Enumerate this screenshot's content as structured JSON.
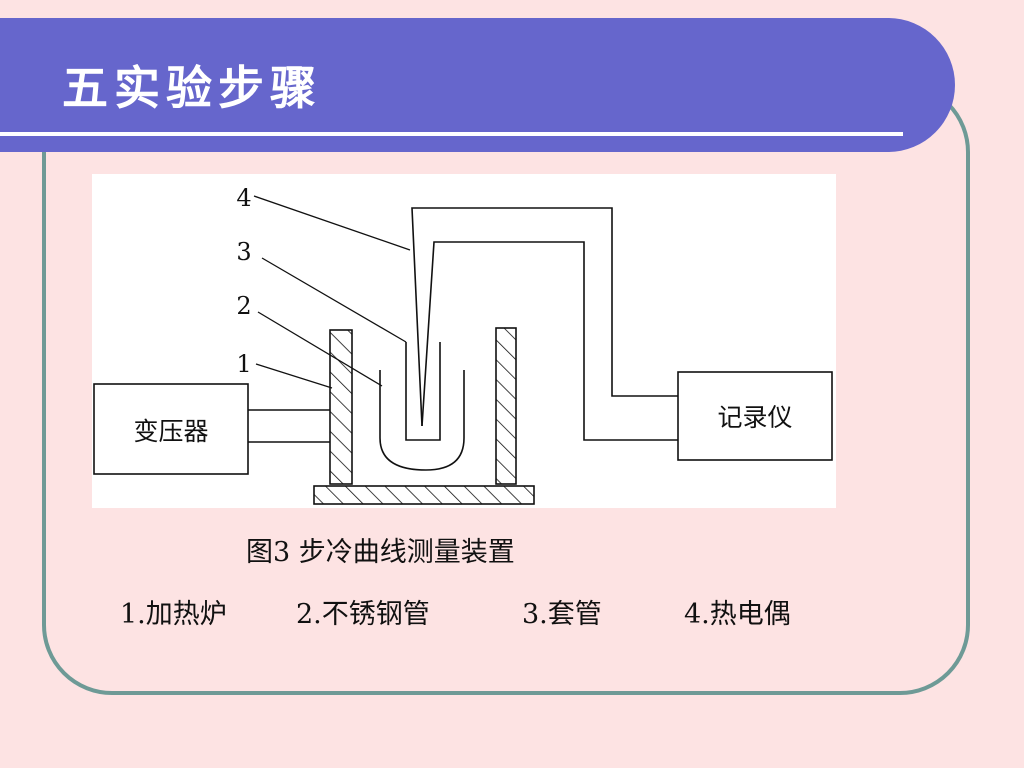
{
  "slide": {
    "title": "五实验步骤"
  },
  "diagram": {
    "callouts": [
      "4",
      "3",
      "2",
      "1"
    ],
    "transformer_label": "变压器",
    "recorder_label": "记录仪"
  },
  "caption": "图3 步冷曲线测量装置",
  "legend": [
    "1.加热炉",
    "2.不锈钢管",
    "3.套管",
    "4.热电偶"
  ],
  "colors": {
    "background": "#fde3e3",
    "title_band": "#6666cc",
    "frame_border": "#6e9a96"
  }
}
